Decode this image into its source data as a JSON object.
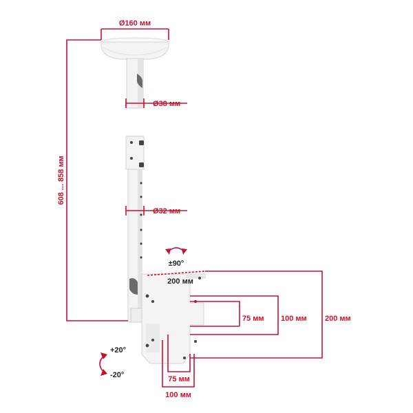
{
  "colors": {
    "dimension_red": "#c8102e",
    "label_dark": "#222222",
    "metal_light": "#f2f2f2",
    "metal_shadow": "#cfcfcf",
    "metal_dark": "#555555"
  },
  "dimensions": {
    "base_diameter": "Ø160 мм",
    "upper_tube_diameter": "Ø38 мм",
    "lower_tube_diameter": "Ø32 мм",
    "height_range": "608 ... 858 мм",
    "vesa_top_width": "200 мм",
    "vesa_75_vertical": "75 мм",
    "vesa_100_vertical": "100 мм",
    "vesa_200_vertical": "200 мм",
    "vesa_75_horizontal": "75 мм",
    "vesa_100_horizontal": "100 мм"
  },
  "rotation": {
    "swivel_label": "±90°",
    "tilt_up_label": "+20°",
    "tilt_down_label": "-20°"
  }
}
